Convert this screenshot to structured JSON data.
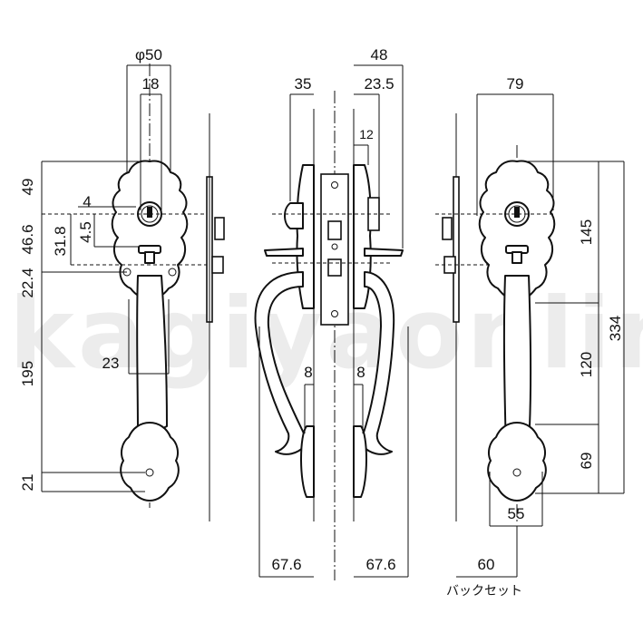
{
  "watermark": "kagiyaonline",
  "dimensions": {
    "top_dia": "φ50",
    "top_18": "18",
    "left_49": "49",
    "left_46_6": "46.6",
    "left_31_8": "31.8",
    "left_4_5": "4.5",
    "left_4": "4",
    "left_22_4": "22.4",
    "left_195": "195",
    "left_21": "21",
    "grip_23": "23",
    "mid_35": "35",
    "mid_48": "48",
    "mid_23_5": "23.5",
    "mid_12": "12",
    "mid_8_left": "8",
    "mid_8_right": "8",
    "mid_67_6_left": "67.6",
    "mid_67_6_right": "67.6",
    "right_79": "79",
    "right_145": "145",
    "right_334": "334",
    "right_120": "120",
    "right_69": "69",
    "right_55": "55",
    "right_60": "60",
    "backset": "バックセット"
  }
}
